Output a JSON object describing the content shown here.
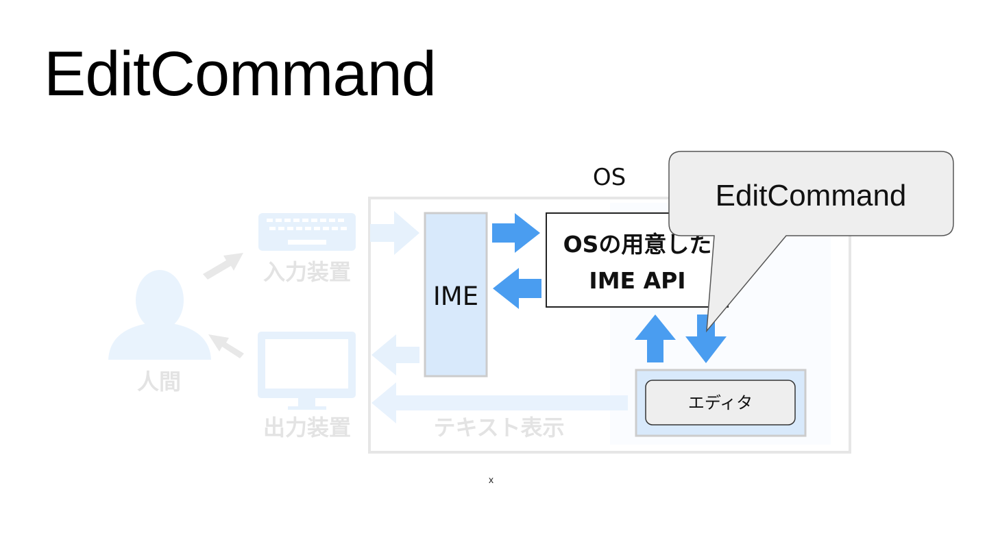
{
  "slide": {
    "title": "EditCommand",
    "footer": "x"
  },
  "diagram": {
    "os_label": "OS",
    "human_label": "人間",
    "input_device_label": "入力装置",
    "output_device_label": "出力装置",
    "ime_label": "IME",
    "os_api_line1": "OSの用意した",
    "os_api_line2": "IME API",
    "editor_label": "エディタ",
    "text_display_label": "テキスト表示",
    "callout_label": "EditCommand"
  },
  "colors": {
    "faded_blue": "#e6f1fc",
    "faded_text": "#e2e2e2",
    "arrow_blue": "#4a9df0",
    "ime_fill": "#d8e9fb",
    "border_gray": "#c8c8c8",
    "callout_fill": "#eeeeee"
  },
  "icons": {
    "human": "person-silhouette-icon",
    "keyboard": "keyboard-icon",
    "monitor": "monitor-icon"
  }
}
